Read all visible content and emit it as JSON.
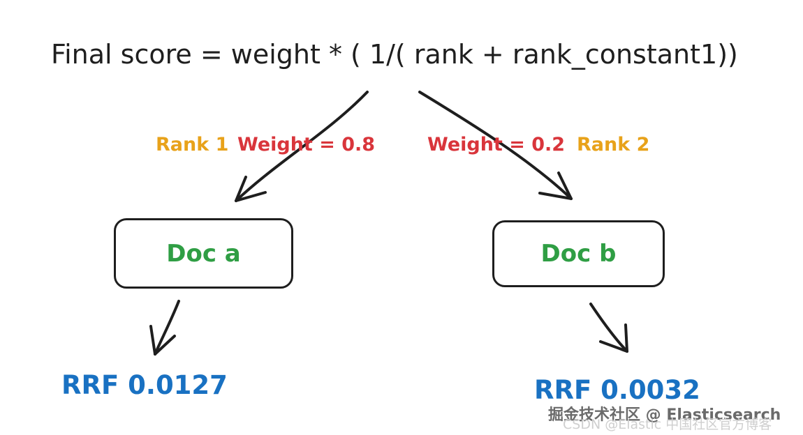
{
  "formula": "Final score = weight * ( 1/( rank + rank_constant1))",
  "left": {
    "rank_label": "Rank 1",
    "weight_label": "Weight = 0.8",
    "doc_label": "Doc a",
    "rrf_label": "RRF 0.0127"
  },
  "right": {
    "weight_label": "Weight = 0.2",
    "rank_label": "Rank 2",
    "doc_label": "Doc b",
    "rrf_label": "RRF 0.0032"
  },
  "watermark": {
    "line1": "掘金技术社区 @ Elasticsearch",
    "line2": "CSDN @Elastic 中国社区官方博客"
  },
  "colors": {
    "rank": "#e8a21a",
    "weight": "#d9353b",
    "doc": "#2f9e44",
    "rrf": "#1971c2",
    "stroke": "#1e1e1e"
  }
}
